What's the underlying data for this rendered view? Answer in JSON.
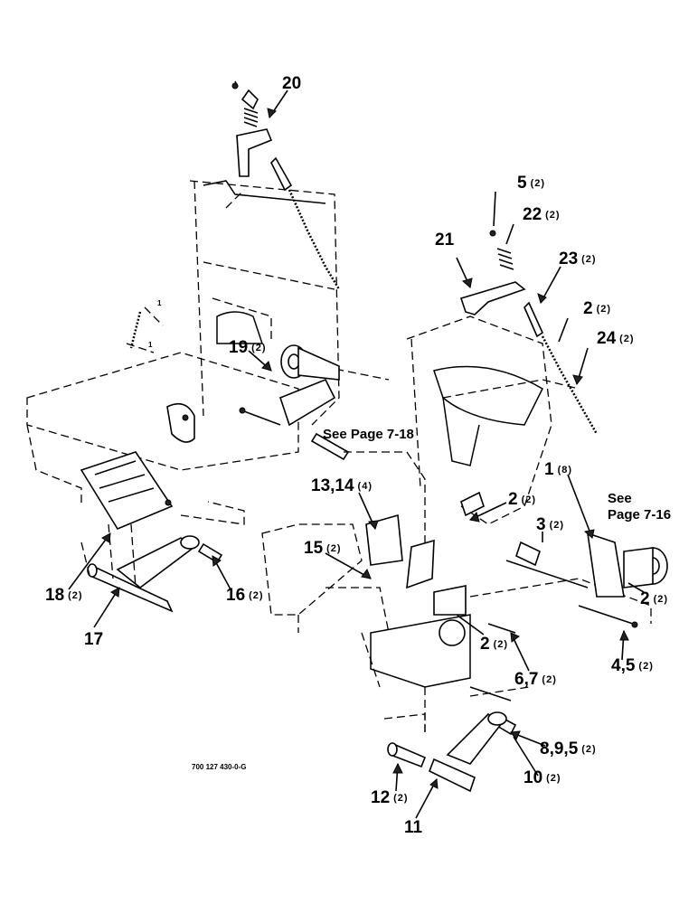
{
  "callouts": [
    {
      "id": "c20",
      "num": "20",
      "qty": ""
    },
    {
      "id": "c5",
      "num": "5",
      "qty": "(2)"
    },
    {
      "id": "c22",
      "num": "22",
      "qty": "(2)"
    },
    {
      "id": "c21",
      "num": "21",
      "qty": ""
    },
    {
      "id": "c23",
      "num": "23",
      "qty": "(2)"
    },
    {
      "id": "c2a",
      "num": "2",
      "qty": "(2)"
    },
    {
      "id": "c24",
      "num": "24",
      "qty": "(2)"
    },
    {
      "id": "c19",
      "num": "19",
      "qty": "(2)"
    },
    {
      "id": "c1",
      "num": "1",
      "qty": "(8)"
    },
    {
      "id": "c1314",
      "num": "13,14",
      "qty": "(4)"
    },
    {
      "id": "c2b",
      "num": "2",
      "qty": "(2)"
    },
    {
      "id": "c3",
      "num": "3",
      "qty": "(2)"
    },
    {
      "id": "c15",
      "num": "15",
      "qty": "(2)"
    },
    {
      "id": "c2c",
      "num": "2",
      "qty": "(2)"
    },
    {
      "id": "c18",
      "num": "18",
      "qty": "(2)"
    },
    {
      "id": "c16",
      "num": "16",
      "qty": "(2)"
    },
    {
      "id": "c17",
      "num": "17",
      "qty": ""
    },
    {
      "id": "c2d",
      "num": "2",
      "qty": "(2)"
    },
    {
      "id": "c45",
      "num": "4,5",
      "qty": "(2)"
    },
    {
      "id": "c67",
      "num": "6,7",
      "qty": "(2)"
    },
    {
      "id": "c895",
      "num": "8,9,5",
      "qty": "(2)"
    },
    {
      "id": "c10",
      "num": "10",
      "qty": "(2)"
    },
    {
      "id": "c12",
      "num": "12",
      "qty": "(2)"
    },
    {
      "id": "c11",
      "num": "11",
      "qty": ""
    }
  ],
  "notes": {
    "see_718": "See Page 7-18",
    "see_716_line1": "See",
    "see_716_line2": "Page 7-16"
  },
  "drawing_code": "700 127 430-0-G",
  "small_marks": {
    "one_a": "1",
    "one_b": "1"
  }
}
